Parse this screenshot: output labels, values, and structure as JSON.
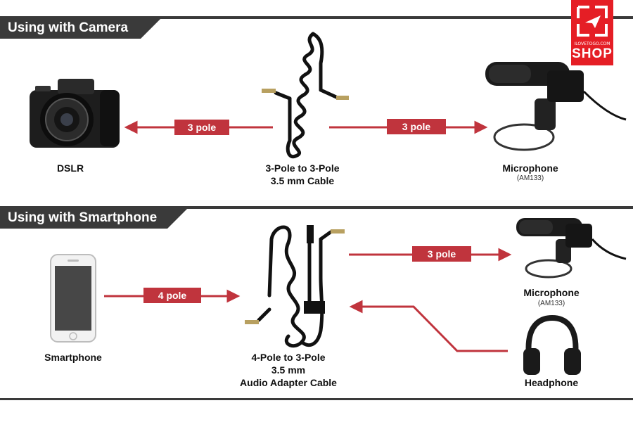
{
  "sections": {
    "camera": {
      "title": "Using with Camera"
    },
    "smartphone": {
      "title": "Using with Smartphone"
    }
  },
  "logo": {
    "small_text": "ILOVETOGO.COM",
    "shop_text": "SHOP"
  },
  "camera_row": {
    "dslr_label": "DSLR",
    "cable_label_line1": "3-Pole to 3-Pole",
    "cable_label_line2": "3.5 mm Cable",
    "mic_label": "Microphone",
    "mic_model": "(AM133)",
    "left_pole": "3 pole",
    "right_pole": "3 pole"
  },
  "phone_row": {
    "phone_label": "Smartphone",
    "cable_label_line1": "4-Pole to 3-Pole",
    "cable_label_line2": "3.5 mm",
    "cable_label_line3": "Audio Adapter Cable",
    "mic_label": "Microphone",
    "mic_model": "(AM133)",
    "headphone_label": "Headphone",
    "left_pole": "4 pole",
    "mic_pole": "3 pole"
  },
  "colors": {
    "accent": "#c0343d",
    "dark": "#3a3a3a",
    "logo_red": "#e51e25"
  }
}
